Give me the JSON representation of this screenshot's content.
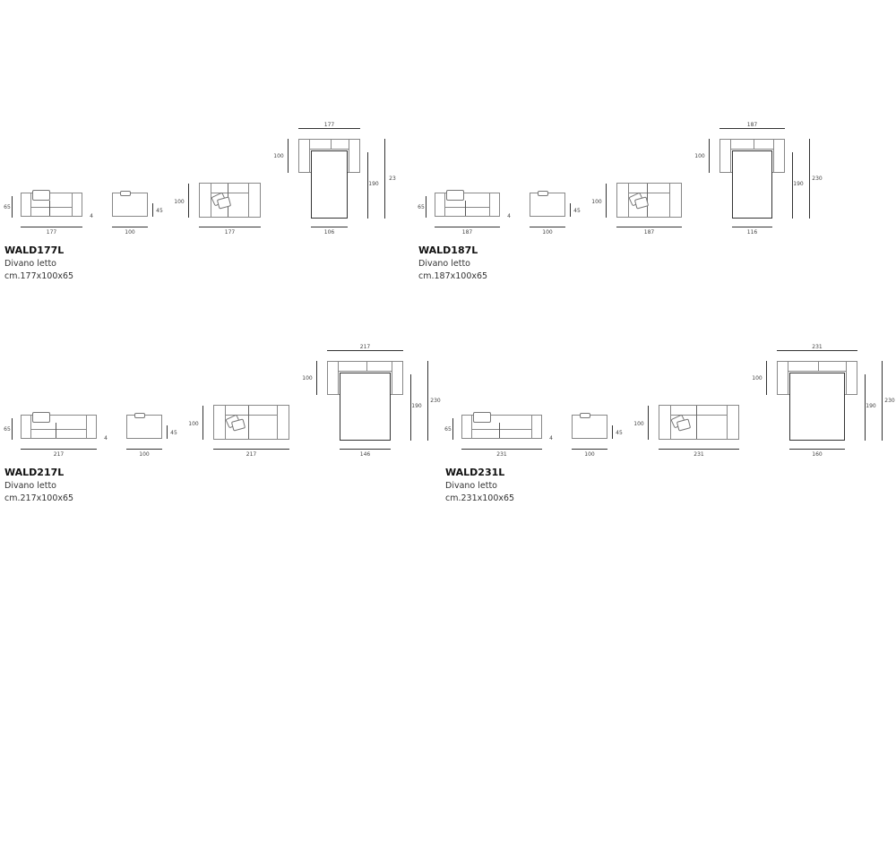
{
  "products": [
    {
      "code": "WALD177L",
      "type": "Divano letto",
      "dims": "cm.177x100x65",
      "width": "177",
      "depth": "100",
      "height": "65",
      "feet": "4",
      "seat": "45",
      "mattress": "106",
      "bed_length": "190",
      "open_length": "23",
      "w": 177,
      "m": 106
    },
    {
      "code": "WALD187L",
      "type": "Divano letto",
      "dims": "cm.187x100x65",
      "width": "187",
      "depth": "100",
      "height": "65",
      "feet": "4",
      "seat": "45",
      "mattress": "116",
      "bed_length": "190",
      "open_length": "230",
      "w": 187,
      "m": 116
    },
    {
      "code": "WALD217L",
      "type": "Divano letto",
      "dims": "cm.217x100x65",
      "width": "217",
      "depth": "100",
      "height": "65",
      "feet": "4",
      "seat": "45",
      "mattress": "146",
      "bed_length": "190",
      "open_length": "230",
      "w": 217,
      "m": 146
    },
    {
      "code": "WALD231L",
      "type": "Divano letto",
      "dims": "cm.231x100x65",
      "width": "231",
      "depth": "100",
      "height": "65",
      "feet": "4",
      "seat": "45",
      "mattress": "160",
      "bed_length": "190",
      "open_length": "230",
      "w": 231,
      "m": 160
    }
  ]
}
